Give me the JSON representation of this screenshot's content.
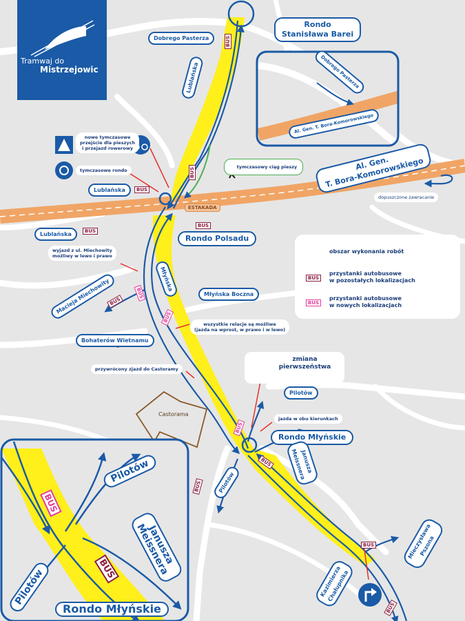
{
  "logo": {
    "line1": "Tramwaj do",
    "line2": "Mistrzejowic"
  },
  "streets": {
    "dobrego_pasterza": "Dobrego Pasterza",
    "rondo_barei": "Rondo\nStanisława Barei",
    "lublanska_top": "Lublańska",
    "lublanska_mid": "Lublańska",
    "lublanska_left": "Lublańska",
    "al_gen": "Al. Gen.\nT. Bora-Komorowskiego",
    "rondo_polsadu": "Rondo Polsadu",
    "mlynska": "Młyńska",
    "mlynska_boczna": "Młyńska Boczna",
    "macieja": "Macieja Miechowity",
    "bohaterow": "Bohaterów Wietnamu",
    "pilotow_r": "Pilotów",
    "rondo_mlynskie": "Rondo Młyńskie",
    "janusza": "Janusza\nMeissnera",
    "pilotow_l": "Pilotów",
    "mieczyslawa": "Mieczysława\nPszona",
    "kazimierza": "Kazimierza\nChałupnika",
    "castorama": "Castorama"
  },
  "inset_top": {
    "dobrego_pasterza": "Dobrego Pasterza",
    "al_gen": "Al. Gen. T. Bora-Komorowskiego"
  },
  "inset_bottom": {
    "pilotow_top": "Pilotów",
    "janusza": "Janusza\nMeissnera",
    "pilotow_bottom": "Pilotów",
    "title": "Rondo Młyńskie"
  },
  "notes": {
    "crossing": "nowe tymczasowe\nprzejście dla pieszych\ni przejazd rowerowy",
    "temp_roundabout": "tymczasowe rondo",
    "temp_walkway": "tymczasowy ciąg pieszy",
    "estakada": "ESTAKADA",
    "u_turn": "dopuszczone zawracanie",
    "exit_miechowity": "wyjazd z ul. Miechowity\nmożliwy w lewo i prawo",
    "all_relations": "wszystkie relacje są możliwe\n(jazda na wprost, w prawo i w lewo)",
    "castorama_entry": "przywrócony zjazd do Castoramy",
    "priority_change": "zmiana\npierwszeństwa",
    "both_directions": "jazda w obu kierunkach"
  },
  "legend": {
    "works": "obszar wykonania robót",
    "bus_old_label": "BUS",
    "bus_old": "przystanki autobusowe\nw pozostałych lokalizacjach",
    "bus_new_label": "BUS",
    "bus_new": "przystanki autobusowe\nw nowych lokalizacjach"
  },
  "bus_label": "BUS",
  "colors": {
    "background": "#e6e6e6",
    "work_area": "#ffef1a",
    "primary": "#1a5aa6",
    "road_orange": "#f0a566",
    "bus_existing": "#8b1e3f",
    "bus_new": "#e43b9a",
    "temp_walkway": "#4caf50",
    "priority_sign": "#e4312b"
  }
}
